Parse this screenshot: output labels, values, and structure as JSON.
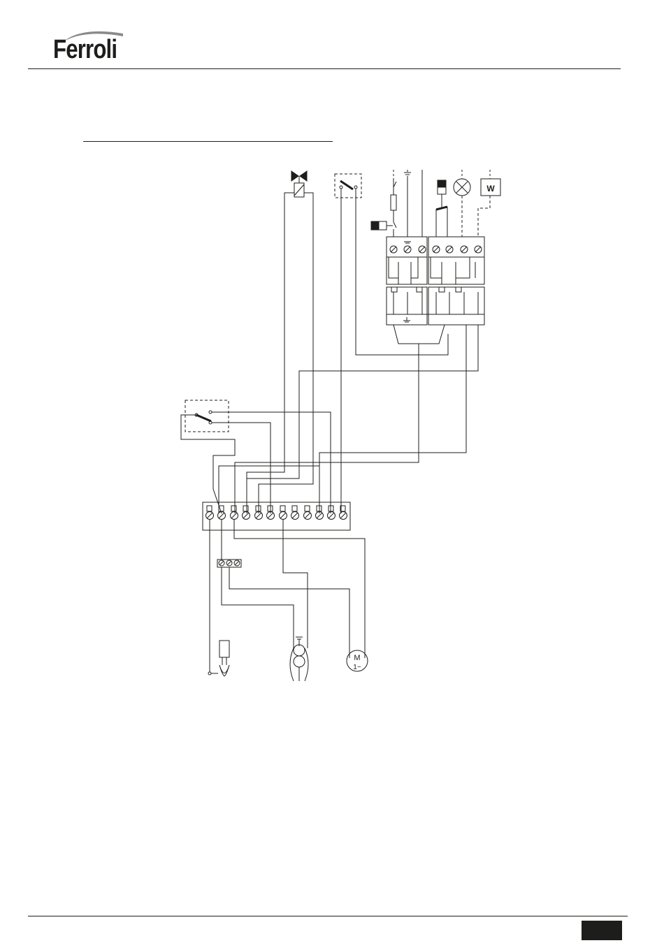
{
  "header": {
    "brand": "Ferroli"
  },
  "footer": {
    "page_tab": ""
  },
  "diagram": {
    "symbols": {
      "gas_valve": "gas-valve-icon",
      "thermostat_switch": "switch-icon",
      "fuse": "fuse-icon",
      "earth": "earth-icon",
      "lamp": "lamp-icon",
      "heater": "heater-icon",
      "ignition_electrode": "electrode-icon",
      "transformer": "transformer-icon",
      "motor": "motor-icon"
    },
    "motor_label_top": "M",
    "motor_label_bottom": "1~",
    "heater_label": "W"
  }
}
